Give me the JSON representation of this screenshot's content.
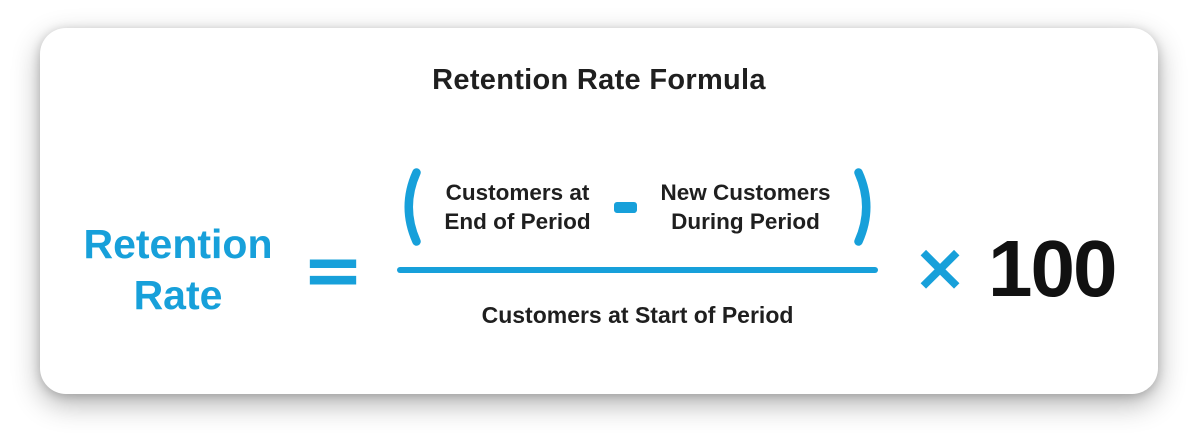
{
  "card": {
    "title": "Retention Rate Formula"
  },
  "formula": {
    "lhs_line1": "Retention",
    "lhs_line2": "Rate",
    "equals": "=",
    "numerator": {
      "open_paren": "(",
      "term1_line1": "Customers at",
      "term1_line2": "End of Period",
      "minus": "−",
      "term2_line1": "New Customers",
      "term2_line2": "During Period",
      "close_paren": ")"
    },
    "denominator": "Customers at Start of Period",
    "multiply": "×",
    "multiplier": "100"
  },
  "colors": {
    "accent_blue": "#17a0da",
    "text_dark": "#1f1f1f",
    "card_background": "#ffffff"
  }
}
